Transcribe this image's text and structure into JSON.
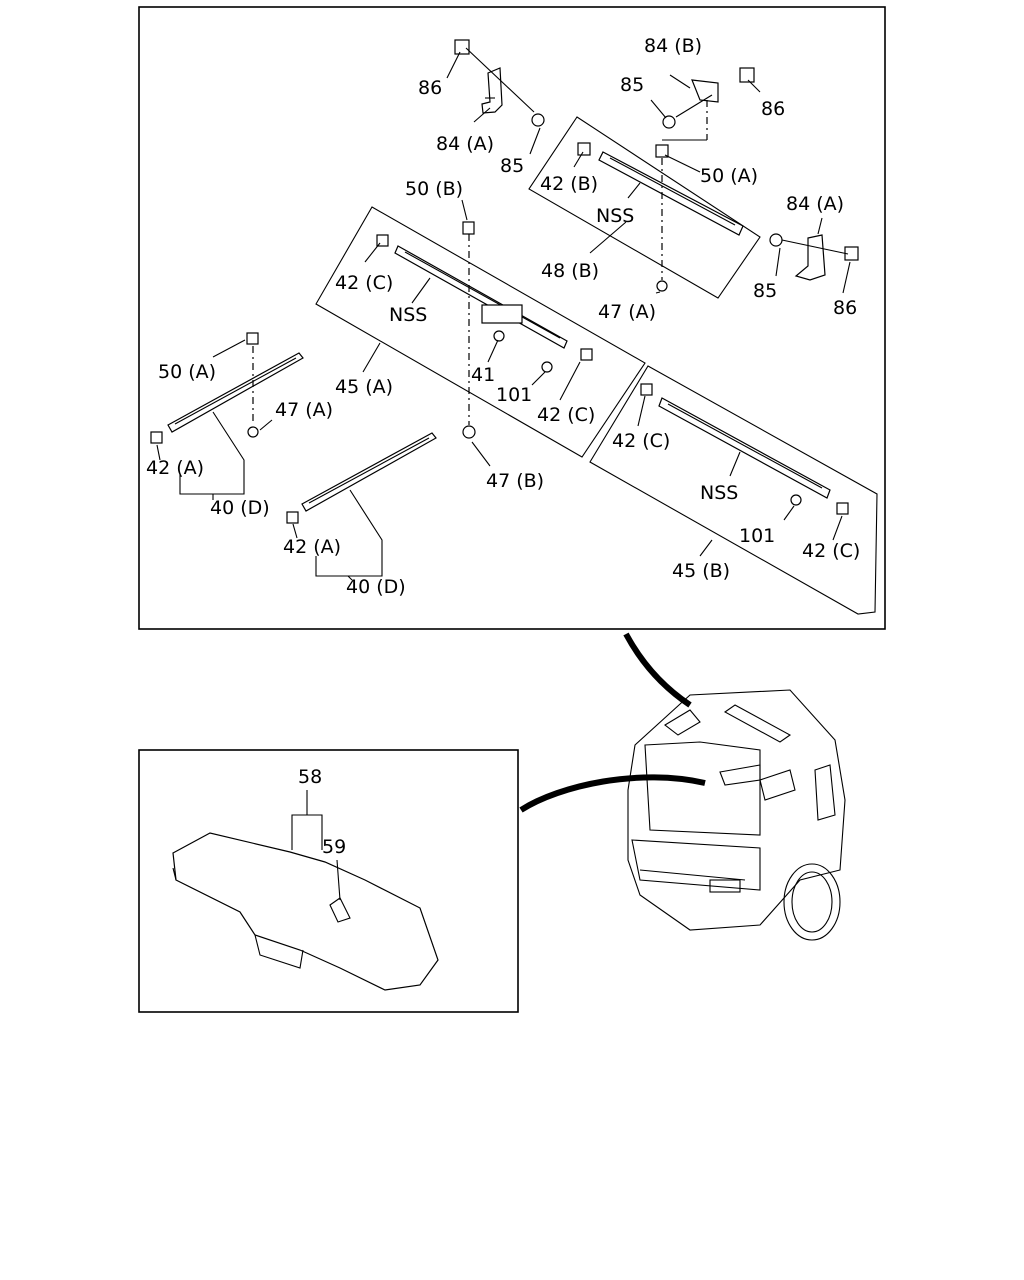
{
  "labels": {
    "l86a": "86",
    "l84b": "84 (B)",
    "l85a": "85",
    "l86b": "86",
    "l84a1": "84 (A)",
    "l85b": "85",
    "l42b": "42 (B)",
    "l50a1": "50 (A)",
    "l50b": "50 (B)",
    "l84a2": "84 (A)",
    "lnss1": "NSS",
    "l42c1": "42 (C)",
    "l48b": "48 (B)",
    "l85c": "85",
    "l86c": "86",
    "lnss2": "NSS",
    "l47a1": "47 (A)",
    "l50a2": "50 (A)",
    "l41": "41",
    "l45a": "45 (A)",
    "l101a": "101",
    "l47a2": "47 (A)",
    "l42c2": "42 (C)",
    "l42c3": "42 (C)",
    "l42a1": "42 (A)",
    "l47b": "47 (B)",
    "lnss3": "NSS",
    "l40d1": "40 (D)",
    "l101b": "101",
    "l42a2": "42 (A)",
    "l42c4": "42 (C)",
    "l45b": "45 (B)",
    "l40d2": "40 (D)",
    "l58": "58",
    "l59": "59"
  }
}
